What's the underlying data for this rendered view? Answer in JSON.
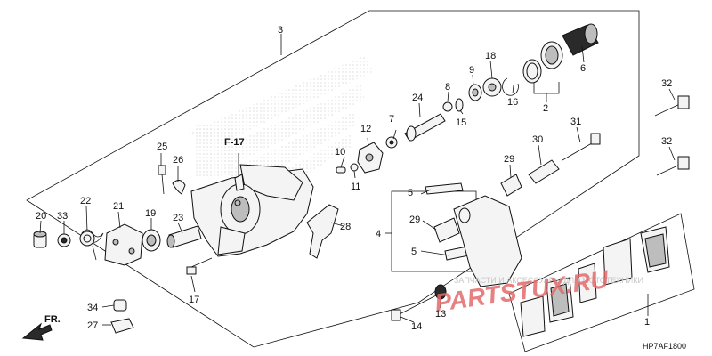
{
  "diagram": {
    "code": "HP7AF1800",
    "ref_label": "F-17",
    "fr_label": "FR.",
    "watermark": {
      "text": "ЗАПЧАСТИ И АКСЕССУАРЫ ДЛЯ МОТОТЕХНИКИ",
      "site": "PARTSTUX.RU"
    },
    "part_numbers": {
      "p1": "1",
      "p2": "2",
      "p3": "3",
      "p4": "4",
      "p5a": "5",
      "p5b": "5",
      "p6": "6",
      "p7": "7",
      "p8": "8",
      "p9": "9",
      "p10": "10",
      "p11": "11",
      "p12": "12",
      "p13": "13",
      "p14": "14",
      "p15": "15",
      "p16": "16",
      "p17": "17",
      "p18": "18",
      "p19": "19",
      "p20": "20",
      "p21": "21",
      "p22": "22",
      "p23": "23",
      "p24": "24",
      "p25": "25",
      "p26": "26",
      "p27": "27",
      "p28": "28",
      "p29a": "29",
      "p29b": "29",
      "p30": "30",
      "p31": "31",
      "p32a": "32",
      "p32b": "32",
      "p33": "33",
      "p34": "34"
    }
  }
}
